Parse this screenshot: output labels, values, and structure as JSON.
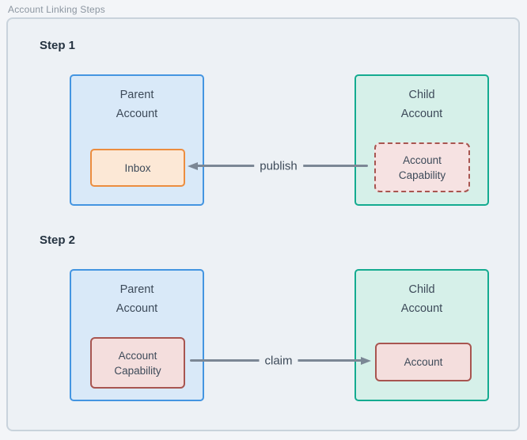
{
  "title": "Account Linking Steps",
  "steps": [
    {
      "label": "Step 1",
      "parent": {
        "title": "Parent\nAccount",
        "inner": "Inbox"
      },
      "child": {
        "title": "Child\nAccount",
        "inner": "Account\nCapability"
      },
      "arrow": {
        "label": "publish",
        "direction": "right-to-left"
      }
    },
    {
      "label": "Step 2",
      "parent": {
        "title": "Parent\nAccount",
        "inner": "Account\nCapability"
      },
      "child": {
        "title": "Child\nAccount",
        "inner": "Account"
      },
      "arrow": {
        "label": "claim",
        "direction": "left-to-right"
      }
    }
  ],
  "colors": {
    "panel_background": "#edf1f5",
    "parent_box_fill": "#d9e9f8",
    "parent_box_border": "#4495e1",
    "child_box_fill": "#d6f0e9",
    "child_box_border": "#14ab90",
    "inbox_fill": "#fce8d6",
    "inbox_border": "#ec8d3f",
    "capability_fill": "#f4dedd",
    "capability_border": "#a85550",
    "arrow": "#7b8795"
  }
}
